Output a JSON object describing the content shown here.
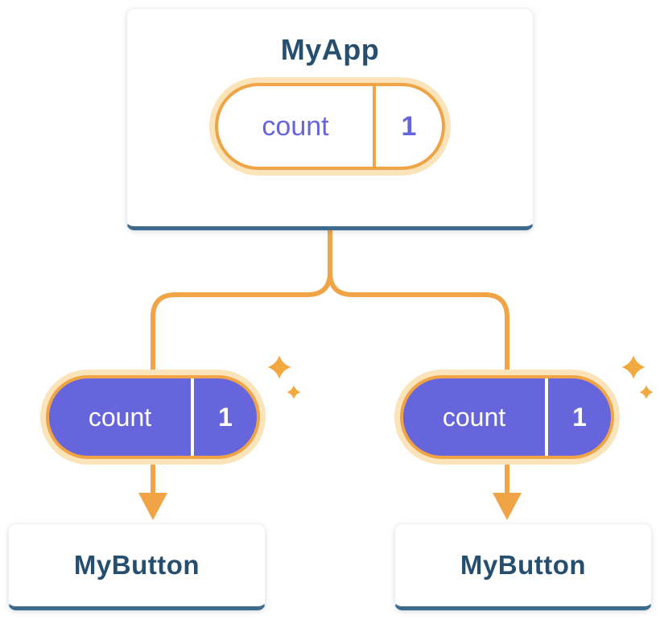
{
  "root": {
    "title": "MyApp",
    "pill": {
      "label": "count",
      "value": "1"
    }
  },
  "children": [
    {
      "pill": {
        "label": "count",
        "value": "1"
      },
      "card": {
        "title": "MyButton"
      }
    },
    {
      "pill": {
        "label": "count",
        "value": "1"
      },
      "card": {
        "title": "MyButton"
      }
    }
  ],
  "icons": [
    "sparkle-icon",
    "arrow-down-icon"
  ],
  "colors": {
    "orange": "#F0A445",
    "orange_halo": "#FBE3BA",
    "purple": "#6765DC",
    "title_blue": "#254E6F",
    "card_edge_blue": "#3C6A8E",
    "background": "#FFFFFF"
  }
}
